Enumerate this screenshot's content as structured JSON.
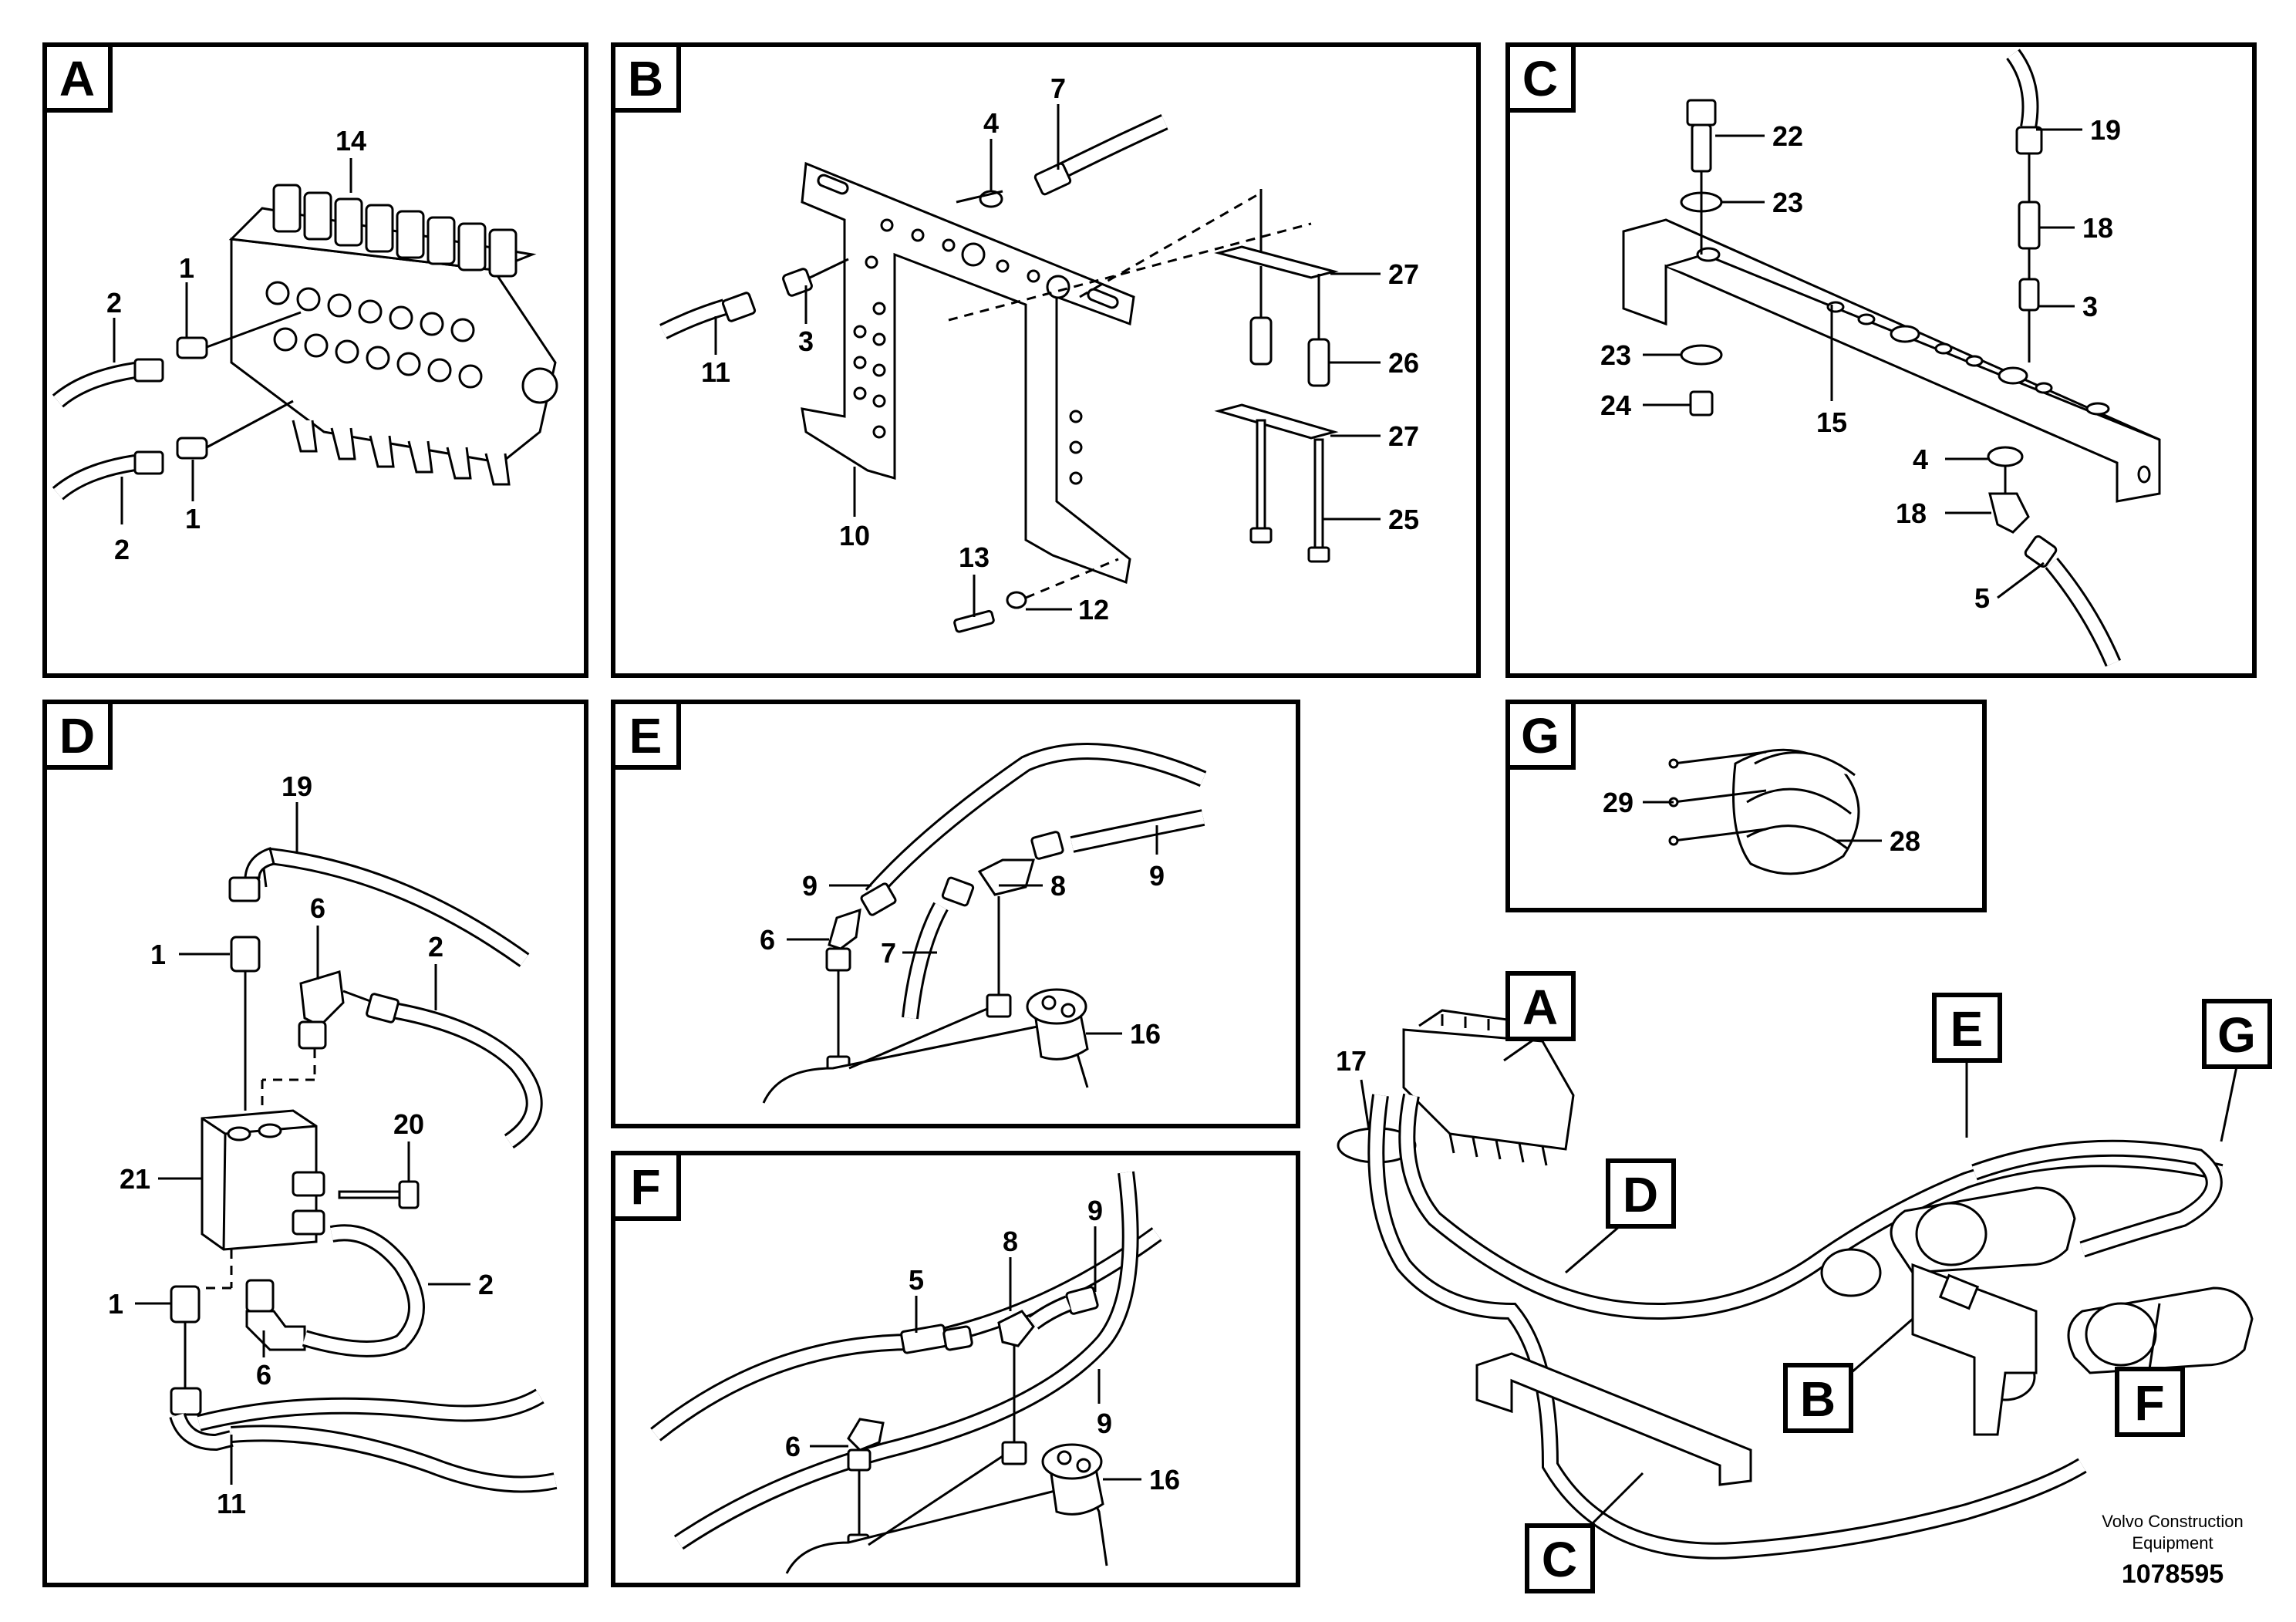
{
  "panels": [
    {
      "id": "A",
      "label": "A",
      "callouts": [
        "14",
        "1",
        "1",
        "2",
        "2"
      ]
    },
    {
      "id": "B",
      "label": "B",
      "callouts": [
        "4",
        "7",
        "3",
        "11",
        "10",
        "13",
        "12",
        "27",
        "26",
        "27",
        "25"
      ]
    },
    {
      "id": "C",
      "label": "C",
      "callouts": [
        "22",
        "23",
        "19",
        "18",
        "3",
        "23",
        "24",
        "15",
        "4",
        "18",
        "5"
      ]
    },
    {
      "id": "D",
      "label": "D",
      "callouts": [
        "19",
        "1",
        "6",
        "2",
        "20",
        "21",
        "1",
        "6",
        "2",
        "11"
      ]
    },
    {
      "id": "E",
      "label": "E",
      "callouts": [
        "9",
        "8",
        "9",
        "6",
        "7",
        "16"
      ]
    },
    {
      "id": "F",
      "label": "F",
      "callouts": [
        "9",
        "8",
        "5",
        "9",
        "6",
        "16"
      ]
    },
    {
      "id": "G",
      "label": "G",
      "callouts": [
        "29",
        "28"
      ]
    }
  ],
  "overview": {
    "callouts": [
      "17"
    ],
    "tags": [
      "A",
      "E",
      "G",
      "D",
      "B",
      "F",
      "C"
    ]
  },
  "footer": {
    "company_line1": "Volvo Construction",
    "company_line2": "Equipment",
    "drawing_number": "1078595"
  }
}
